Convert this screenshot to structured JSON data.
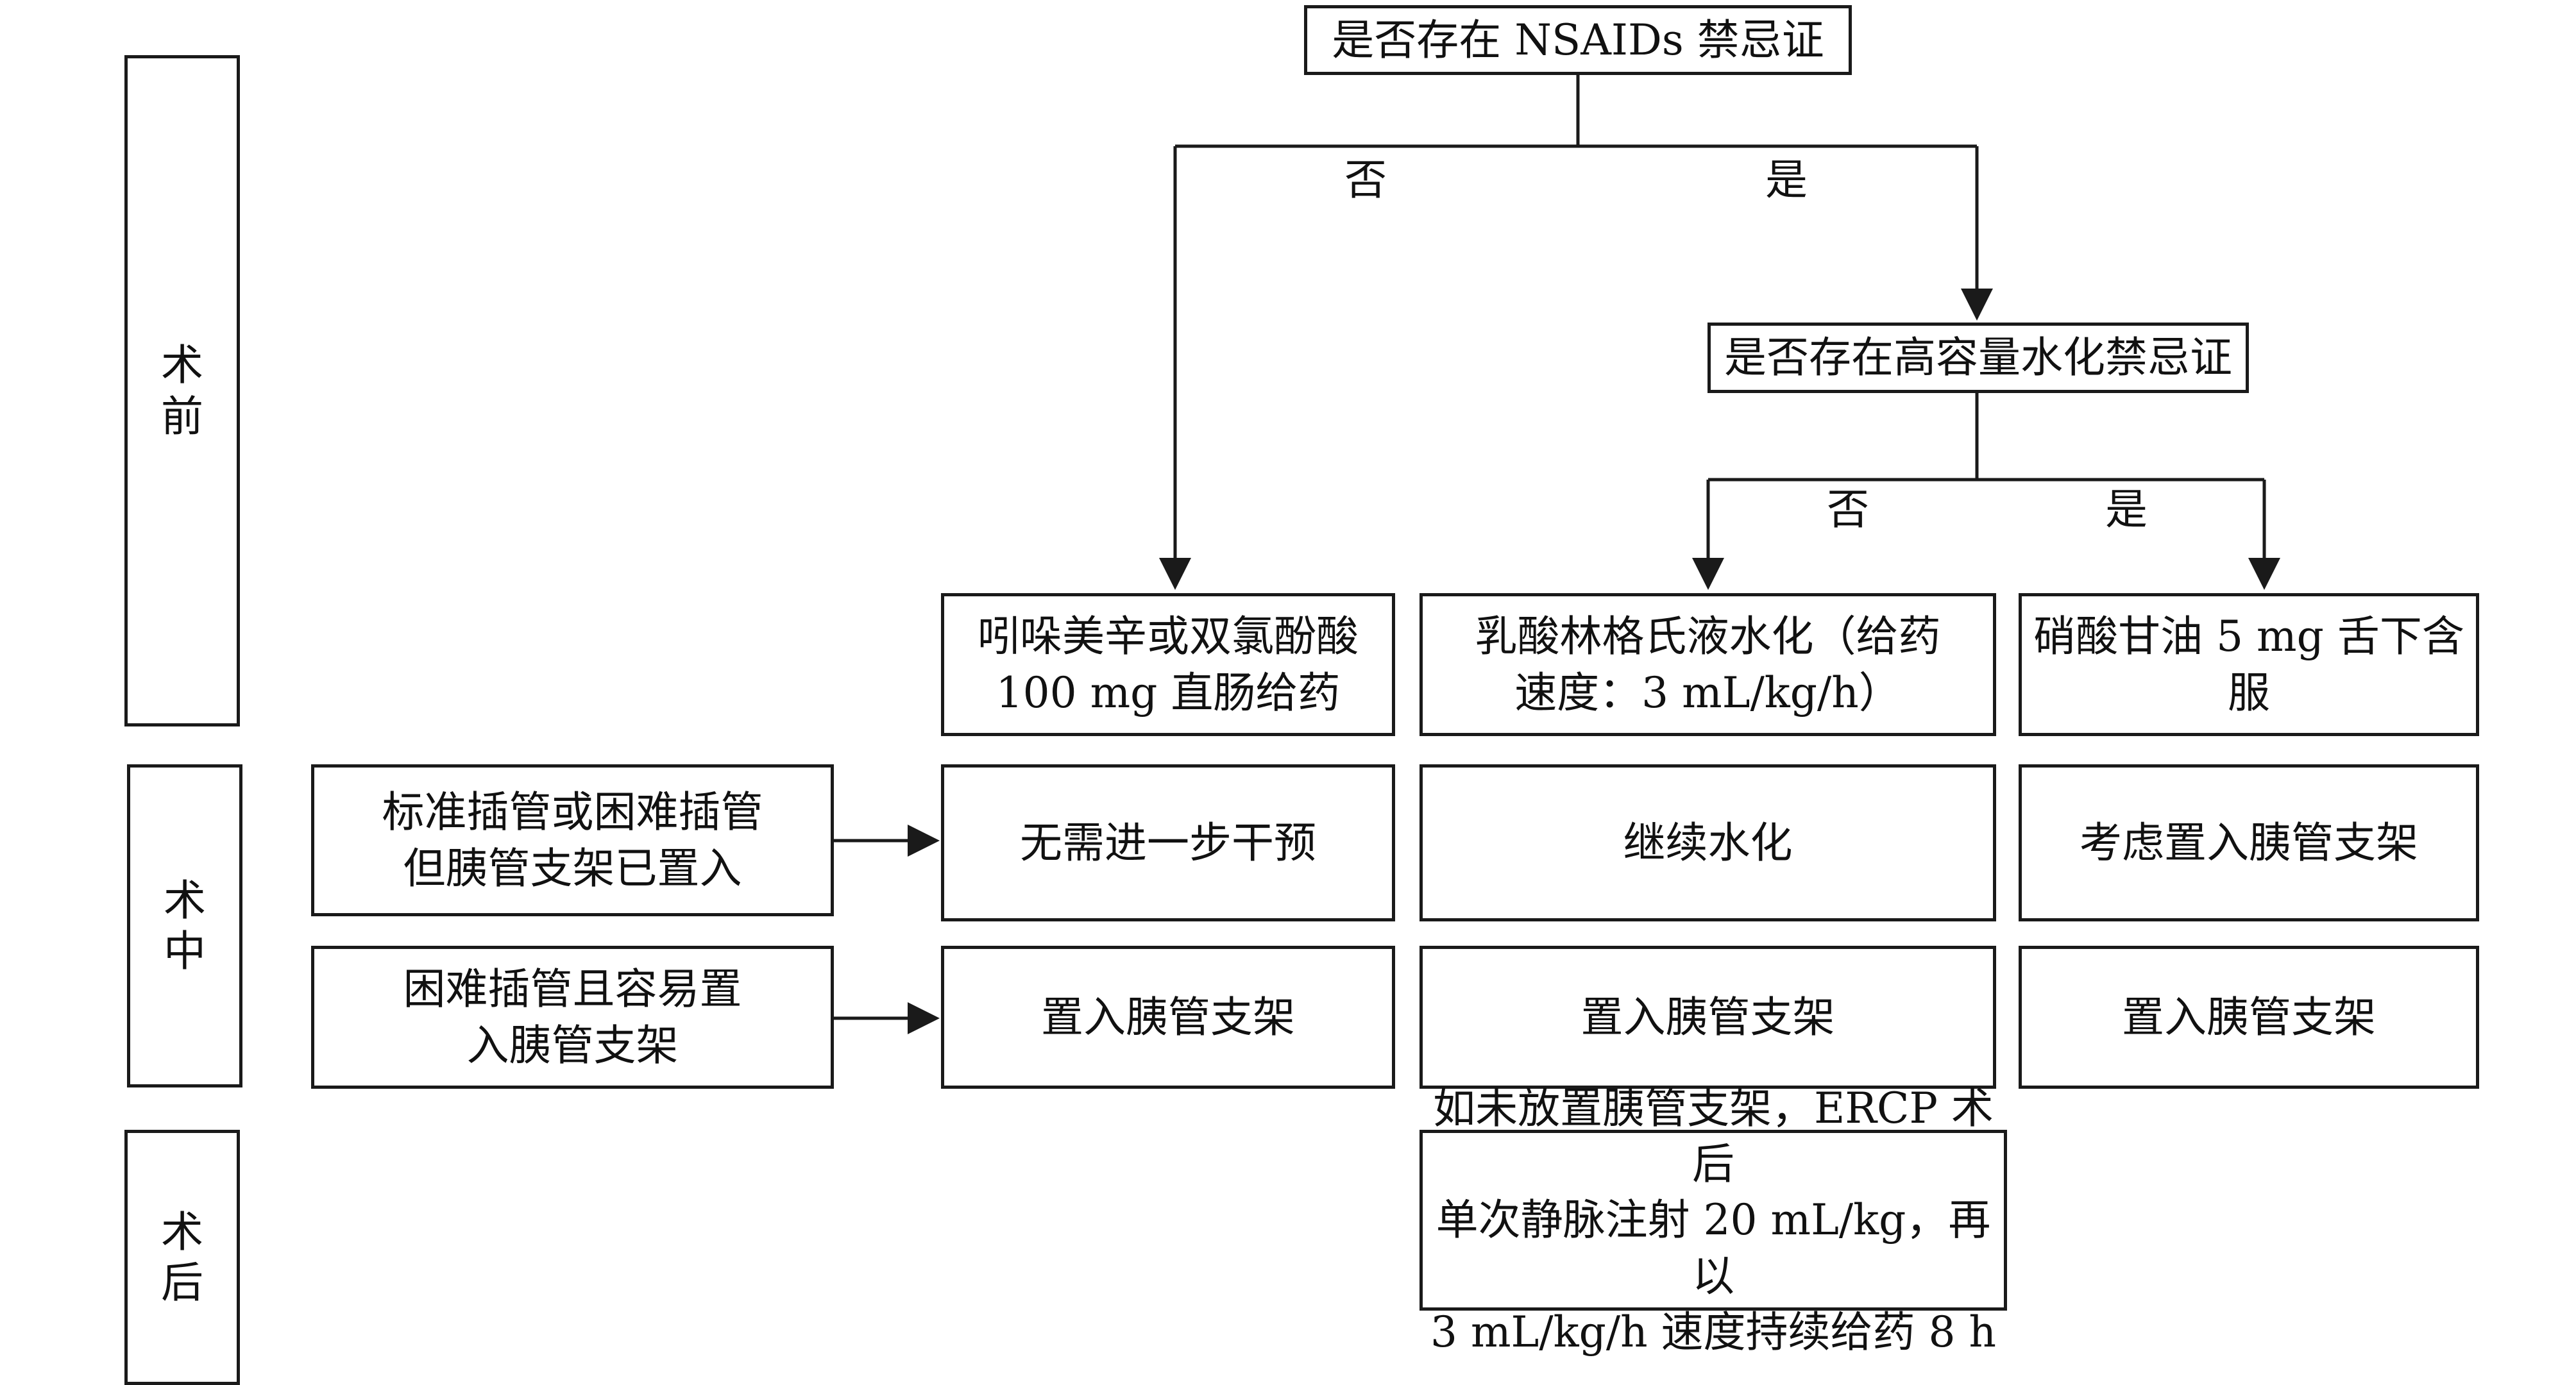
{
  "phases": {
    "pre": "术前",
    "intra": "术中",
    "post": "术后"
  },
  "nodes": {
    "q_nsaids": "是否存在 NSAIDs 禁忌证",
    "q_hydration": "是否存在高容量水化禁忌证",
    "indomethacin": "吲哚美辛或双氯酚酸\n100 mg 直肠给药",
    "lactated_ringer": "乳酸林格氏液水化（给药\n速度：3 mL/kg/h）",
    "nitroglycerin": "硝酸甘油 5 mg 舌下含服",
    "standard_cannulation": "标准插管或困难插管\n但胰管支架已置入",
    "difficult_cannulation": "困难插管且容易置\n入胰管支架",
    "no_further": "无需进一步干预",
    "continue_hydration": "继续水化",
    "consider_stent": "考虑置入胰管支架",
    "stent_1": "置入胰管支架",
    "stent_2": "置入胰管支架",
    "stent_3": "置入胰管支架",
    "post_regimen": "如未放置胰管支架，ERCP 术后\n单次静脉注射 20 mL/kg，再以\n3 mL/kg/h 速度持续给药 8 h"
  },
  "edge_labels": {
    "nsaids_no": "否",
    "nsaids_yes": "是",
    "hydration_no": "否",
    "hydration_yes": "是"
  }
}
